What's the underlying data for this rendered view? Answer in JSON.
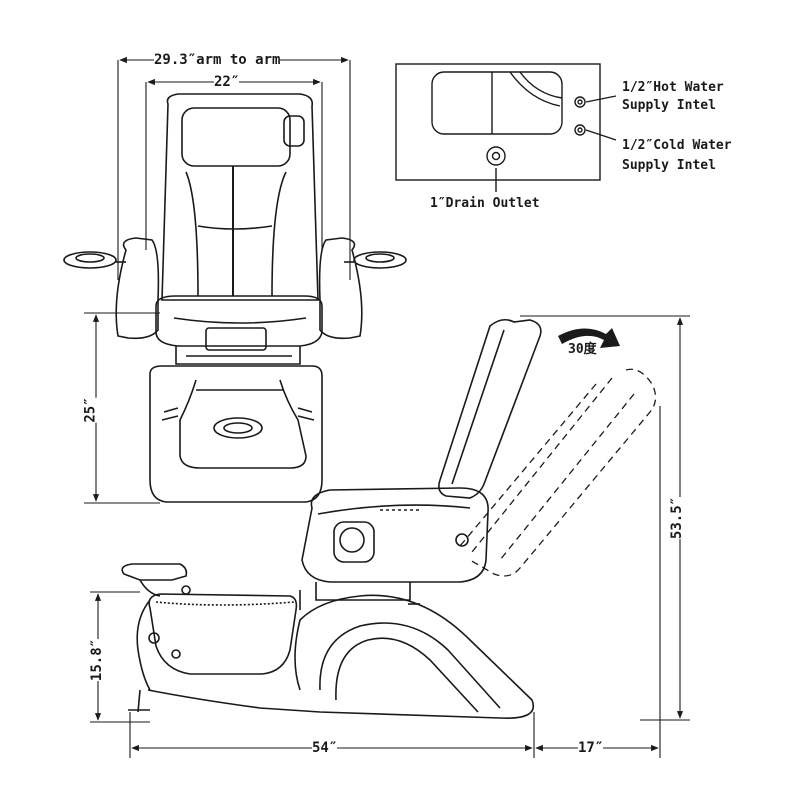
{
  "dimensions": {
    "arm_to_arm": "29.3″arm to arm",
    "seat_width": "22″",
    "base_height": "25″",
    "overall_height": "53.5″",
    "basin_height": "15.8″",
    "length": "54″",
    "recline_extension": "17″"
  },
  "recline": {
    "angle_label": "30度"
  },
  "plumbing": {
    "hot_water": "1/2″Hot Water",
    "hot_water_2": "Supply Intel",
    "cold_water": "1/2″Cold Water",
    "cold_water_2": "Supply Intel",
    "drain": "1″Drain Outlet"
  },
  "colors": {
    "line": "#1a1a1a",
    "background": "#ffffff"
  }
}
